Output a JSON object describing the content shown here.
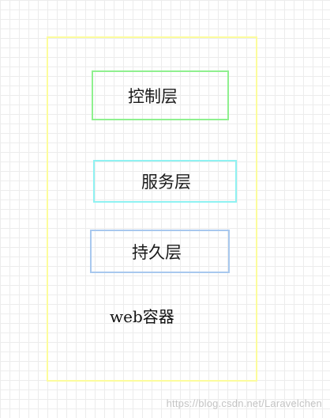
{
  "diagram": {
    "layers": [
      {
        "label": "控制层",
        "color": "#8ff08f"
      },
      {
        "label": "服务层",
        "color": "#8ff2f2"
      },
      {
        "label": "持久层",
        "color": "#a8c8ee"
      }
    ],
    "container": {
      "label": "web容器",
      "color": "#fcfc9c"
    }
  },
  "watermark": "https://blog.csdn.net/Laravelchen"
}
